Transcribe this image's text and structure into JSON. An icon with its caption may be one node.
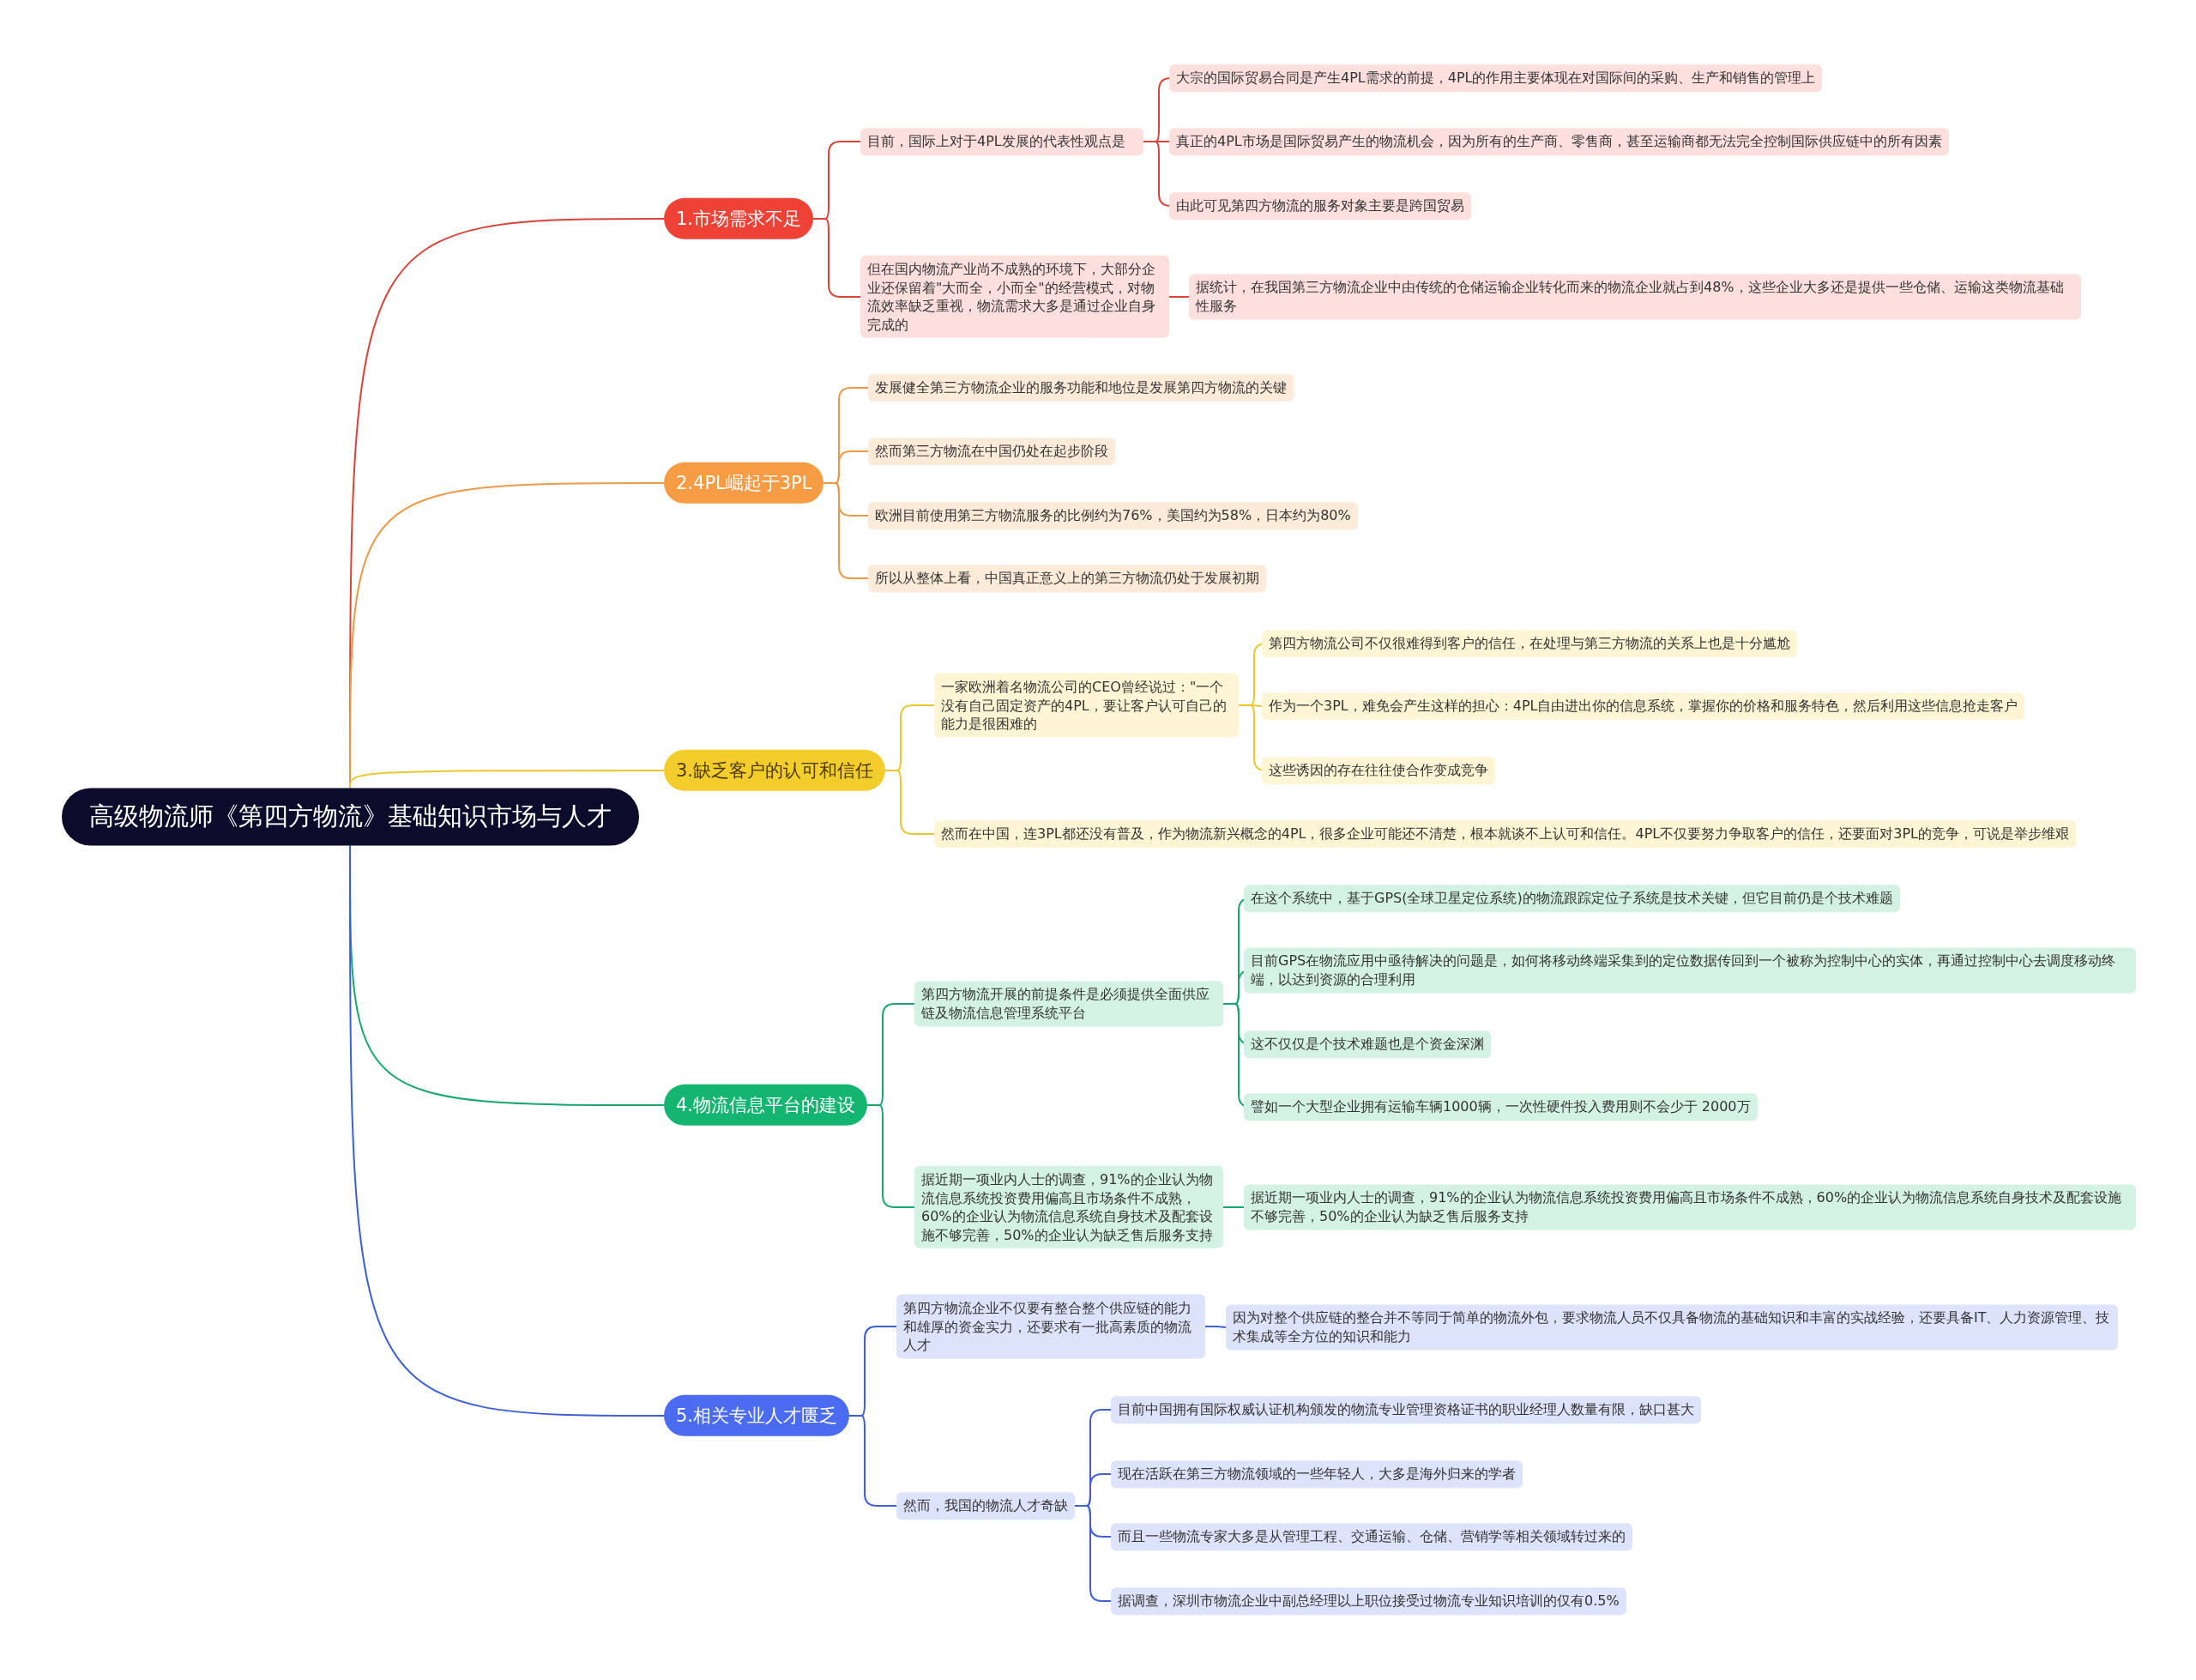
{
  "diagram": {
    "nodes": [
      {
        "text": [
          "高级物流师《第四方物流》基础知识市场与人才"
        ]
      },
      {
        "text": [
          "1.市场需求不足"
        ]
      },
      {
        "text": [
          "目前，国际上对于4PL发展的代表性观点是"
        ]
      },
      {
        "text": [
          "大宗的国际贸易合同是产生4PL需求的前提，4PL的作用主要体现在对国际间的采购、生产和销售的管理上"
        ]
      },
      {
        "text": [
          "真正的4PL市场是国际贸易产生的物流机会，因为所有的生产商、零售商，甚至运输商都无法完全控制国际供应链中的所有因素"
        ]
      },
      {
        "text": [
          "由此可见第四方物流的服务对象主要是跨国贸易"
        ]
      },
      {
        "text": [
          "但在国内物流产业尚不成熟的环境下，大部分企业还保留着\"大而全，小而全\"的经营模式，对物流效率缺乏重视，物流需求大多是通过企业自身完成的"
        ]
      },
      {
        "text": [
          "据统计，在我国第三方物流企业中由传统的仓储运输企业转化而来的物流企业就占到48%，这些企业大多还是提供一些仓储、运输这类物流基础性服务"
        ]
      },
      {
        "text": [
          "2.4PL崛起于3PL"
        ]
      },
      {
        "text": [
          "发展健全第三方物流企业的服务功能和地位是发展第四方物流的关键"
        ]
      },
      {
        "text": [
          "然而第三方物流在中国仍处在起步阶段"
        ]
      },
      {
        "text": [
          "欧洲目前使用第三方物流服务的比例约为76%，美国约为58%，日本约为80%"
        ]
      },
      {
        "text": [
          "所以从整体上看，中国真正意义上的第三方物流仍处于发展初期"
        ]
      },
      {
        "text": [
          "3.缺乏客户的认可和信任"
        ]
      },
      {
        "text": [
          "一家欧洲着名物流公司的CEO曾经说过：\"一个没有自己固定资产的4PL，要让客户认可自己的能力是很困难的"
        ]
      },
      {
        "text": [
          "第四方物流公司不仅很难得到客户的信任，在处理与第三方物流的关系上也是十分尴尬"
        ]
      },
      {
        "text": [
          "作为一个3PL，难免会产生这样的担心：4PL自由进出你的信息系统，掌握你的价格和服务特色，然后利用这些信息抢走客户"
        ]
      },
      {
        "text": [
          "这些诱因的存在往往使合作变成竞争"
        ]
      },
      {
        "text": [
          "然而在中国，连3PL都还没有普及，作为物流新兴概念的4PL，很多企业可能还不清楚，根本就谈不上认可和信任。4PL不仅要努力争取客户的信任，还要面对3PL的竞争，可说是举步维艰"
        ]
      },
      {
        "text": [
          "4.物流信息平台的建设"
        ]
      },
      {
        "text": [
          "第四方物流开展的前提条件是必须提供全面供应链及物流信息管理系统平台"
        ]
      },
      {
        "text": [
          "在这个系统中，基于GPS(全球卫星定位系统)的物流跟踪定位子系统是技术关键，但它目前仍是个技术难题"
        ]
      },
      {
        "text": [
          "目前GPS在物流应用中亟待解决的问题是，如何将移动终端采集到的定位数据传回到一个被称为控制中心的实体，再通过控制中心去调度移动终端，以达到资源的合理利用"
        ]
      },
      {
        "text": [
          "这不仅仅是个技术难题也是个资金深渊"
        ]
      },
      {
        "text": [
          "譬如一个大型企业拥有运输车辆1000辆，一次性硬件投入费用则不会少于 2000万"
        ]
      },
      {
        "text": [
          "据近期一项业内人士的调查，91%的企业认为物流信息系统投资费用偏高且市场条件不成熟，60%的企业认为物流信息系统自身技术及配套设施不够完善，50%的企业认为缺乏售后服务支持"
        ]
      },
      {
        "text": [
          "据近期一项业内人士的调查，91%的企业认为物流信息系统投资费用偏高且市场条件不成熟，60%的企业认为物流信息系统自身技术及配套设施不够完善，50%的企业认为缺乏售后服务支持"
        ]
      },
      {
        "text": [
          "5.相关专业人才匮乏"
        ]
      },
      {
        "text": [
          "第四方物流企业不仅要有整合整个供应链的能力和雄厚的资金实力，还要求有一批高素质的物流人才"
        ]
      },
      {
        "text": [
          "因为对整个供应链的整合并不等同于简单的物流外包，要求物流人员不仅具备物流的基础知识和丰富的实战经验，还要具备IT、人力资源管理、技术集成等全方位的知识和能力"
        ]
      },
      {
        "text": [
          "然而，我国的物流人才奇缺"
        ]
      },
      {
        "text": [
          "目前中国拥有国际权威认证机构颁发的物流专业管理资格证书的职业经理人数量有限，缺口甚大"
        ]
      },
      {
        "text": [
          "现在活跃在第三方物流领域的一些年轻人，大多是海外归来的学者"
        ]
      },
      {
        "text": [
          "而且一些物流专家大多是从管理工程、交通运输、仓储、营销学等相关领域转过来的"
        ]
      },
      {
        "text": [
          "据调查，深圳市物流企业中副总经理以上职位接受过物流专业知识培训的仅有0.5%"
        ]
      }
    ],
    "edges": [
      {
        "from": 0,
        "to": 1,
        "arrow": "none",
        "color": "#d9443a"
      },
      {
        "from": 1,
        "to": 2,
        "arrow": "none",
        "color": "#d9443a"
      },
      {
        "from": 2,
        "to": 3,
        "arrow": "none",
        "color": "#d9443a"
      },
      {
        "from": 2,
        "to": 4,
        "arrow": "none",
        "color": "#d9443a"
      },
      {
        "from": 2,
        "to": 5,
        "arrow": "none",
        "color": "#d9443a"
      },
      {
        "from": 1,
        "to": 6,
        "arrow": "none",
        "color": "#d9443a"
      },
      {
        "from": 6,
        "to": 7,
        "arrow": "none",
        "color": "#d9443a"
      },
      {
        "from": 0,
        "to": 8,
        "arrow": "none",
        "color": "#ec9a48"
      },
      {
        "from": 8,
        "to": 9,
        "arrow": "none",
        "color": "#ec9a48"
      },
      {
        "from": 8,
        "to": 10,
        "arrow": "none",
        "color": "#ec9a48"
      },
      {
        "from": 8,
        "to": 11,
        "arrow": "none",
        "color": "#ec9a48"
      },
      {
        "from": 8,
        "to": 12,
        "arrow": "none",
        "color": "#ec9a48"
      },
      {
        "from": 0,
        "to": 13,
        "arrow": "none",
        "color": "#e8c830"
      },
      {
        "from": 13,
        "to": 14,
        "arrow": "none",
        "color": "#e8c830"
      },
      {
        "from": 14,
        "to": 15,
        "arrow": "none",
        "color": "#e8c830"
      },
      {
        "from": 14,
        "to": 16,
        "arrow": "none",
        "color": "#e8c830"
      },
      {
        "from": 14,
        "to": 17,
        "arrow": "none",
        "color": "#e8c830"
      },
      {
        "from": 13,
        "to": 18,
        "arrow": "none",
        "color": "#e8c830"
      },
      {
        "from": 0,
        "to": 19,
        "arrow": "none",
        "color": "#17a96b"
      },
      {
        "from": 19,
        "to": 20,
        "arrow": "none",
        "color": "#17a96b"
      },
      {
        "from": 20,
        "to": 21,
        "arrow": "none",
        "color": "#17a96b"
      },
      {
        "from": 20,
        "to": 22,
        "arrow": "none",
        "color": "#17a96b"
      },
      {
        "from": 20,
        "to": 23,
        "arrow": "none",
        "color": "#17a96b"
      },
      {
        "from": 20,
        "to": 24,
        "arrow": "none",
        "color": "#17a96b"
      },
      {
        "from": 19,
        "to": 25,
        "arrow": "none",
        "color": "#17a96b"
      },
      {
        "from": 25,
        "to": 26,
        "arrow": "none",
        "color": "#17a96b"
      },
      {
        "from": 0,
        "to": 27,
        "arrow": "none",
        "color": "#3e5fd6"
      },
      {
        "from": 27,
        "to": 28,
        "arrow": "none",
        "color": "#3e5fd6"
      },
      {
        "from": 28,
        "to": 29,
        "arrow": "none",
        "color": "#3e5fd6"
      },
      {
        "from": 27,
        "to": 30,
        "arrow": "none",
        "color": "#3e5fd6"
      },
      {
        "from": 30,
        "to": 31,
        "arrow": "none",
        "color": "#3e5fd6"
      },
      {
        "from": 30,
        "to": 32,
        "arrow": "none",
        "color": "#3e5fd6"
      },
      {
        "from": 30,
        "to": 33,
        "arrow": "none",
        "color": "#3e5fd6"
      },
      {
        "from": 30,
        "to": 34,
        "arrow": "none",
        "color": "#3e5fd6"
      }
    ]
  }
}
